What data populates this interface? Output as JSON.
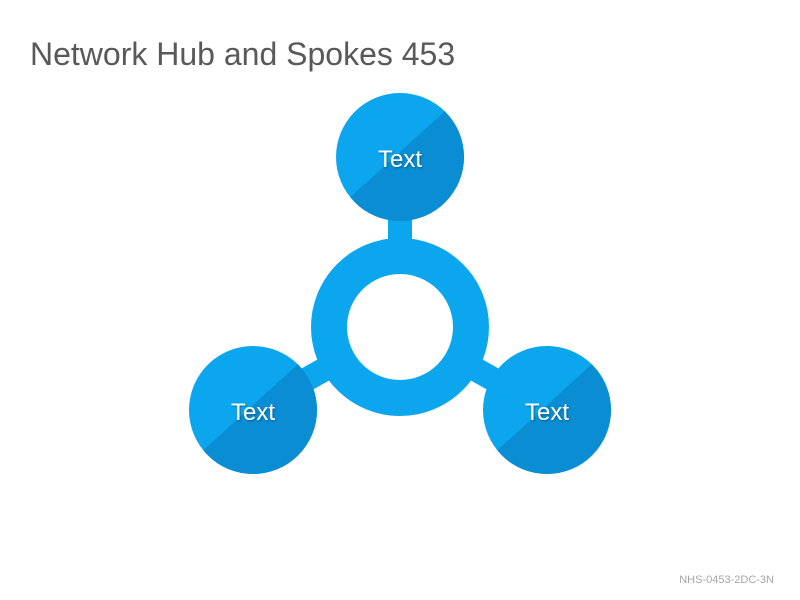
{
  "title": "Network Hub and Spokes 453",
  "colors": {
    "primary": "#0CA6EE",
    "shade": "#0A8DD3",
    "label": "#FFFFFF"
  },
  "hub": {
    "label": ""
  },
  "spokes": [
    {
      "label": "Text"
    },
    {
      "label": "Text"
    },
    {
      "label": "Text"
    }
  ],
  "footer_code": "NHS-0453-2DC-3N"
}
